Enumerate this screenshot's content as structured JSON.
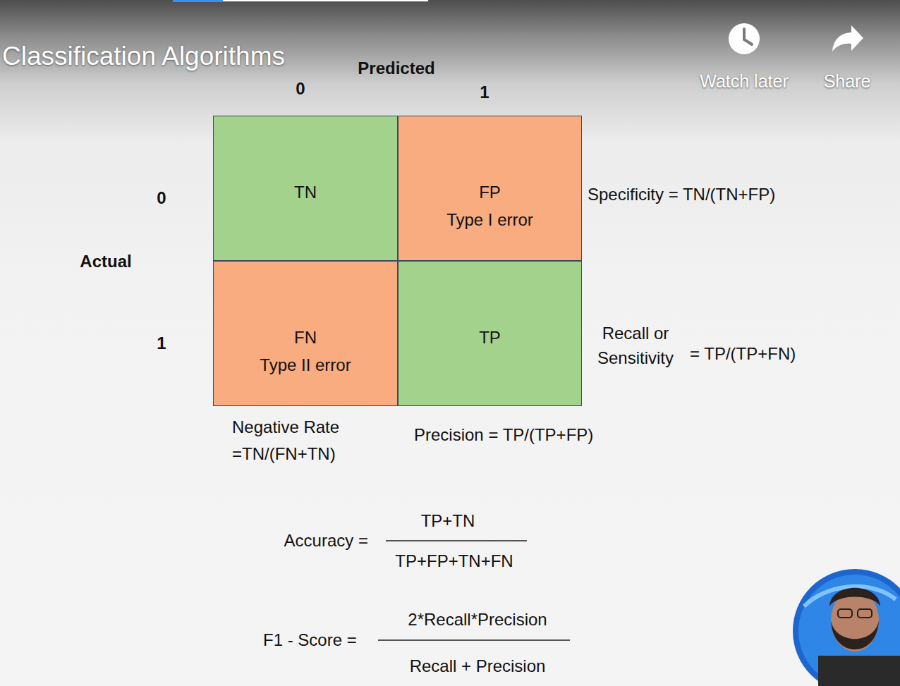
{
  "diagram": {
    "title": "Classification Algorithms",
    "nodes": [
      {
        "text": [
          "TN"
        ]
      },
      {
        "text": [
          "FP",
          "Type I error"
        ]
      },
      {
        "text": [
          "FN",
          "Type II error"
        ]
      },
      {
        "text": [
          "TP"
        ]
      }
    ],
    "labels": [
      "Predicted",
      "0",
      "1",
      "0",
      "Actual",
      "1",
      "Specificity = TN/(TN+FP)",
      "Recall or Sensitivity",
      "= TP/(TP+FN)",
      "Negative Rate =TN/(FN+TN)",
      "Precision = TP/(TP+FP)",
      "Accuracy =",
      "TP+TN",
      "TP+FP+TN+FN",
      "F1 - Score =",
      "2*Recall*Precision",
      "Recall + Precision",
      "Watch later",
      "Share"
    ]
  }
}
